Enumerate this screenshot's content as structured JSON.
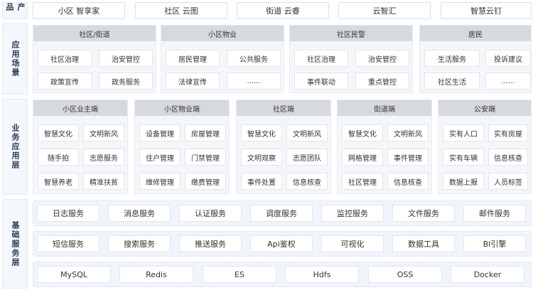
{
  "rows": {
    "products_label": "产品",
    "scenes_label": "应用场景",
    "biz_label": "业务应用层",
    "base_label": "基础服务层"
  },
  "products": [
    "小区 智享家",
    "社区 云图",
    "街道 云睿",
    "云智汇",
    "智慧云钉"
  ],
  "scenes": [
    {
      "title": "社区/街道",
      "items": [
        "社区治理",
        "治安管控",
        "政策宣传",
        "政务服务"
      ]
    },
    {
      "title": "小区物业",
      "items": [
        "居民管理",
        "公共服务",
        "法律宣传",
        "......"
      ]
    },
    {
      "title": "社区民警",
      "items": [
        "社区治理",
        "治安管控",
        "事件联动",
        "重点管控"
      ]
    },
    {
      "title": "居民",
      "items": [
        "生活服务",
        "投诉建议",
        "社区生活",
        "......"
      ]
    }
  ],
  "biz": [
    {
      "title": "小区业主端",
      "items": [
        "智慧文化",
        "文明新风",
        "随手拍",
        "志愿服务",
        "智慧养老",
        "精准扶贫"
      ]
    },
    {
      "title": "小区物业端",
      "items": [
        "设备管理",
        "房屋管理",
        "住户管理",
        "门禁管理",
        "维修管理",
        "缴费管理"
      ]
    },
    {
      "title": "社区端",
      "items": [
        "智慧文化",
        "文明新风",
        "文明观察",
        "志愿团队",
        "事件处置",
        "信息核查"
      ]
    },
    {
      "title": "街道端",
      "items": [
        "智慧文化",
        "文明新风",
        "网格管理",
        "事件管理",
        "社区管理",
        "信息核查"
      ]
    },
    {
      "title": "公安端",
      "items": [
        "实有人口",
        "实有房屋",
        "实有车辆",
        "信息核查",
        "数据上报",
        "人员标签"
      ]
    }
  ],
  "base": [
    [
      "日志服务",
      "消息服务",
      "认证服务",
      "调度服务",
      "监控服务",
      "文件服务",
      "邮件服务"
    ],
    [
      "短信服务",
      "搜索服务",
      "推送服务",
      "Api鉴权",
      "可视化",
      "数据工具",
      "BI引擎"
    ],
    [
      "MySQL",
      "Redis",
      "ES",
      "Hdfs",
      "OSS",
      "Docker"
    ]
  ]
}
